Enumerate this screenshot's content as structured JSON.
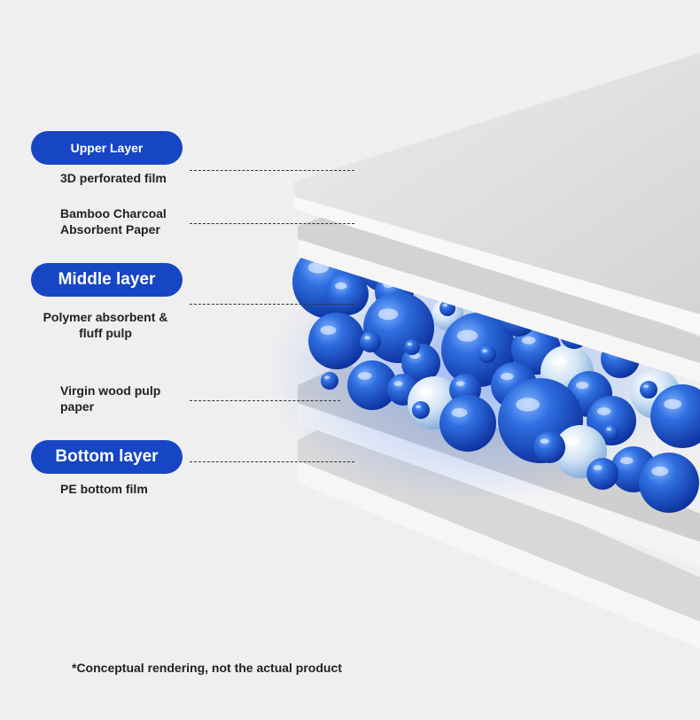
{
  "layers": {
    "upper": {
      "title": "Upper Layer",
      "items": [
        "3D perforated film",
        "Bamboo Charcoal Absorbent Paper"
      ]
    },
    "middle": {
      "title": "Middle layer",
      "items": [
        "Polymer absorbent & fluff pulp",
        "Virgin wood pulp paper"
      ]
    },
    "bottom": {
      "title": "Bottom layer",
      "items": [
        "PE bottom film"
      ]
    }
  },
  "footnote": "*Conceptual rendering, not the actual product",
  "colors": {
    "accent": "#1746c4",
    "background": "#efefef",
    "sheet": "#d9d9d9",
    "bead": "#1f5fd6"
  }
}
